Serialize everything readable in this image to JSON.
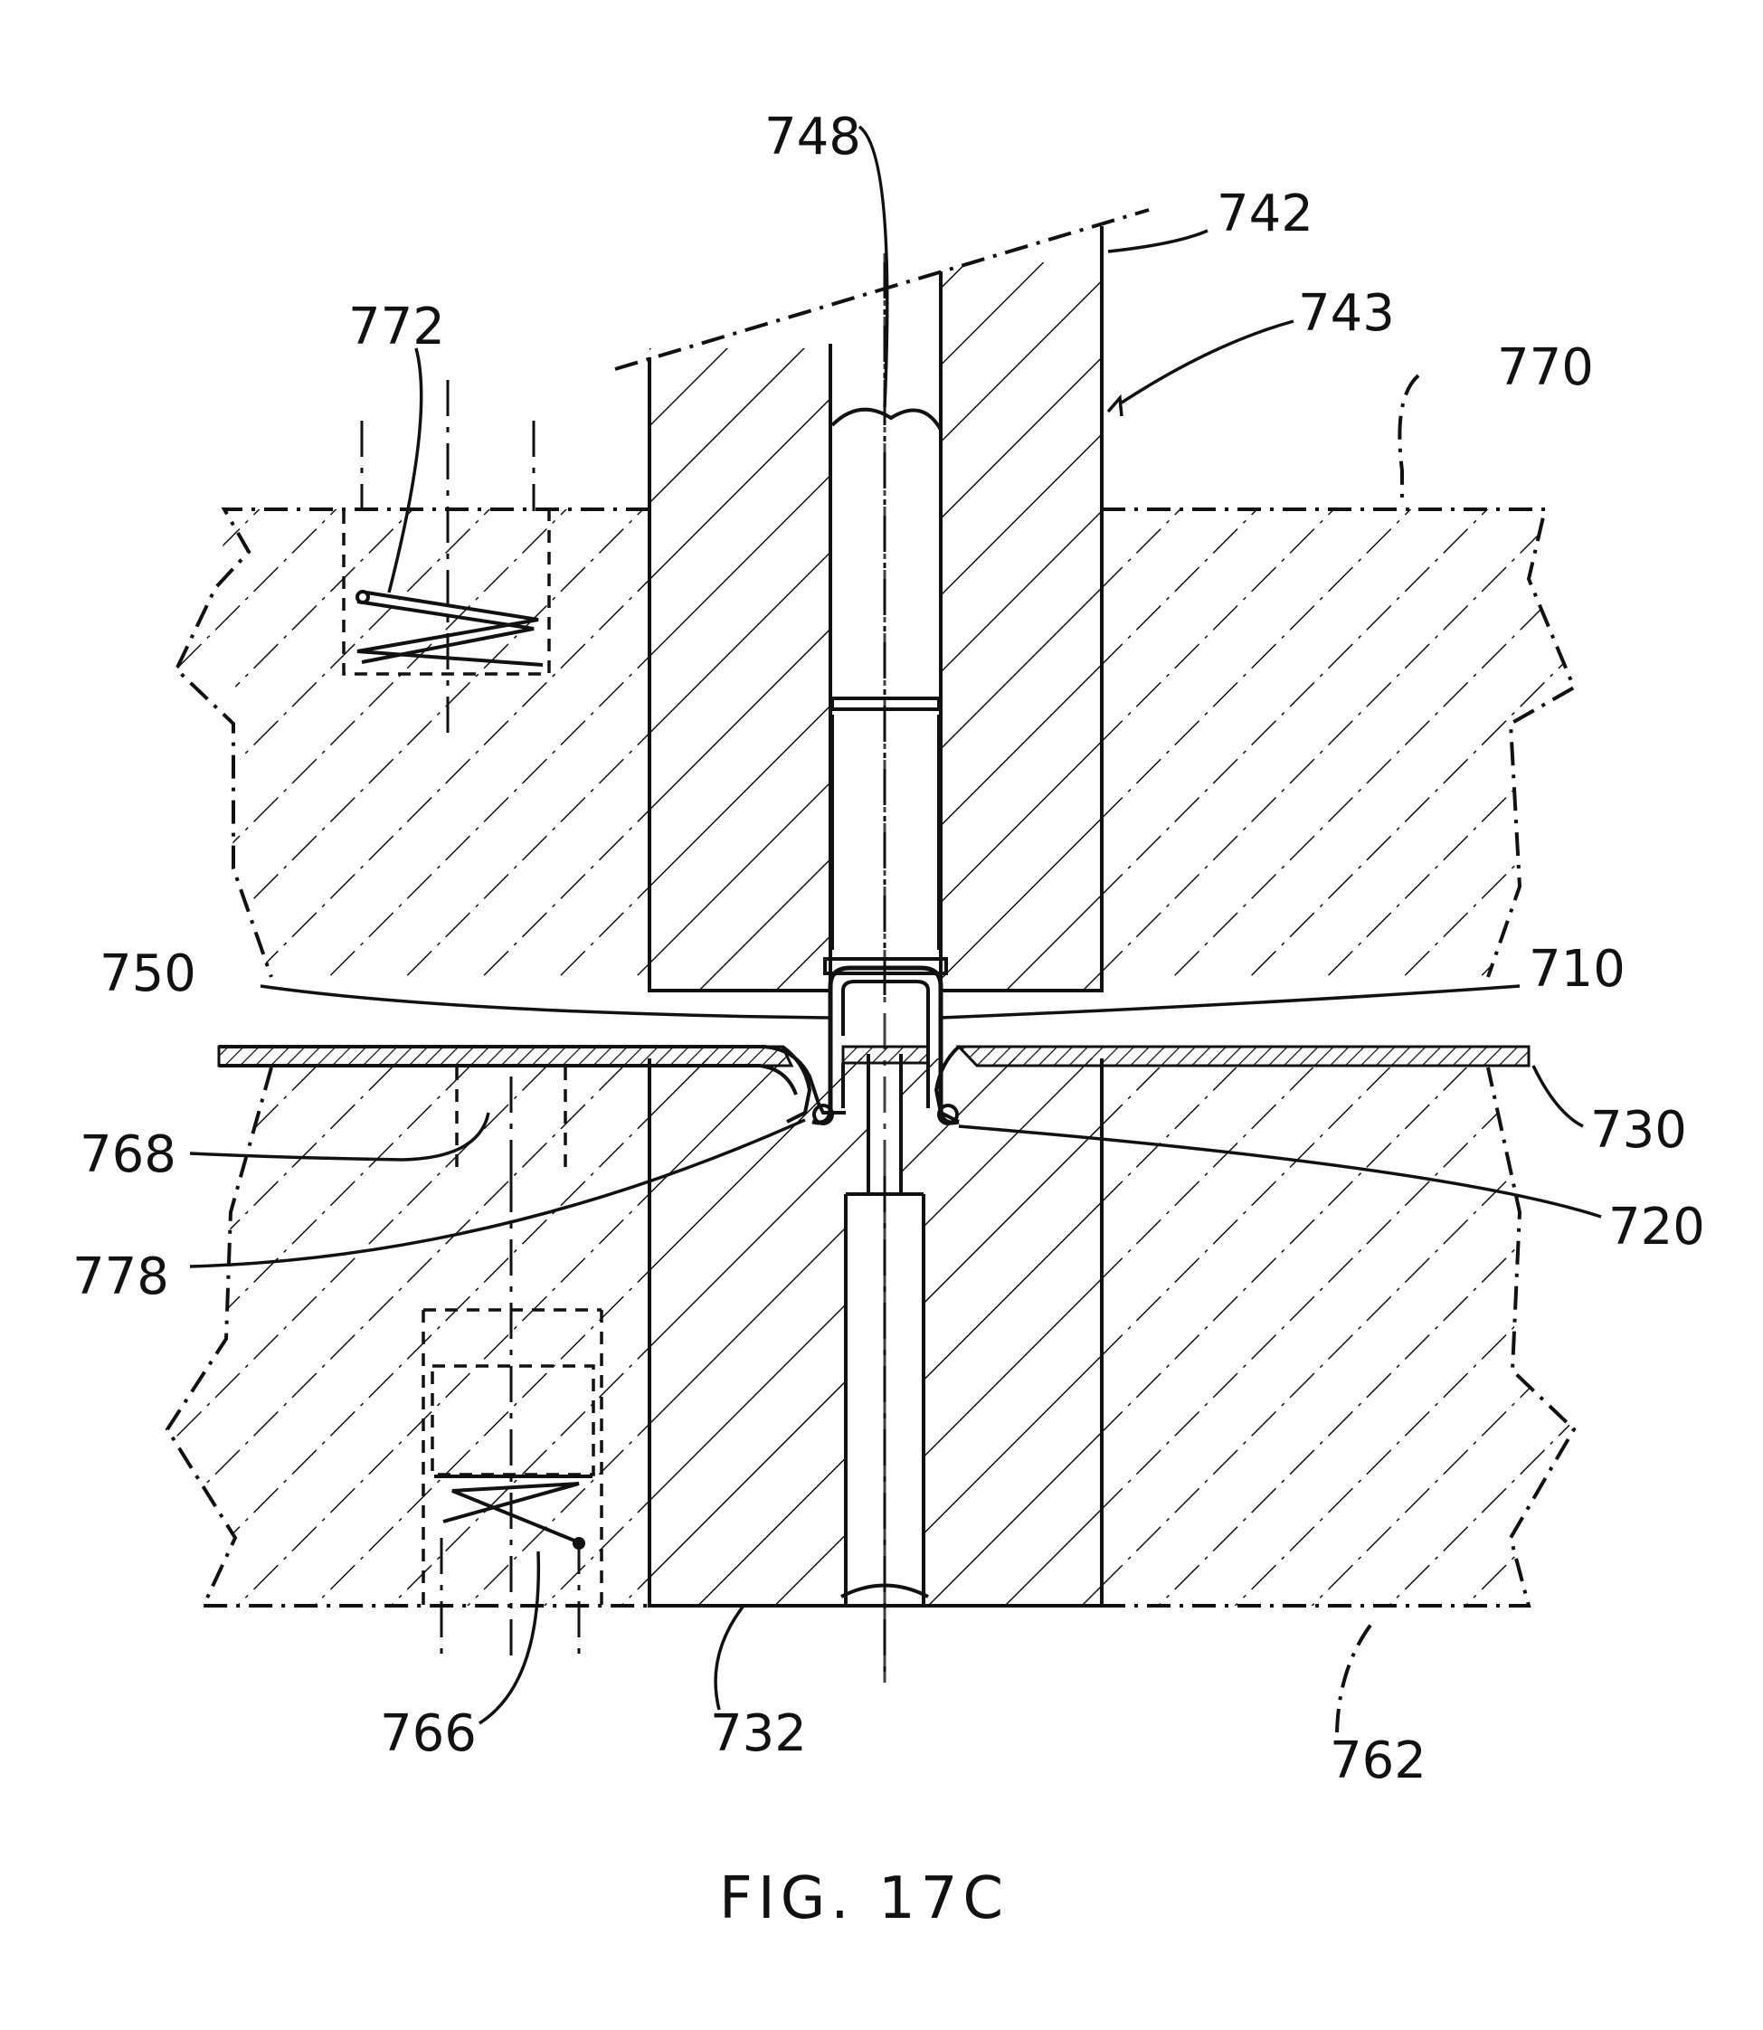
{
  "figure": {
    "caption": "FIG. 17C",
    "reference_numerals": {
      "n748": "748",
      "n742": "742",
      "n743": "743",
      "n772": "772",
      "n770": "770",
      "n750": "750",
      "n710": "710",
      "n730": "730",
      "n768": "768",
      "n720": "720",
      "n778": "778",
      "n766": "766",
      "n732": "732",
      "n762": "762"
    }
  }
}
